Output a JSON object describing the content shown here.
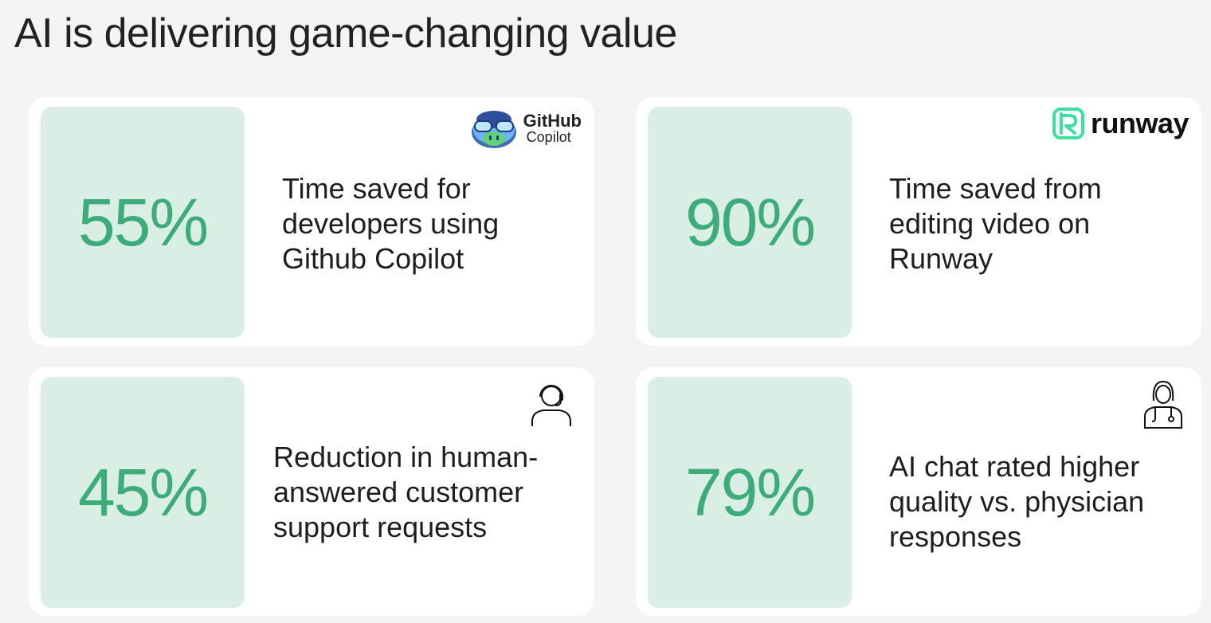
{
  "title": "AI is delivering game-changing value",
  "cards": [
    {
      "value": "55%",
      "description": "Time saved for developers using Github Copilot",
      "logo_name": "github-copilot-logo",
      "logo_text_top": "GitHub",
      "logo_text_bottom": "Copilot"
    },
    {
      "value": "90%",
      "description": "Time saved from editing video on Runway",
      "logo_name": "runway-logo",
      "logo_text": "runway"
    },
    {
      "value": "45%",
      "description": "Reduction in human-answered customer support requests",
      "icon": "headset-agent-icon"
    },
    {
      "value": "79%",
      "description": "AI chat rated higher quality vs. physician responses",
      "icon": "physician-icon"
    }
  ],
  "colors": {
    "accent": "#3eab7b",
    "stat_background": "#d9efe5",
    "card_background": "#ffffff",
    "page_background": "#f4f4f4"
  }
}
